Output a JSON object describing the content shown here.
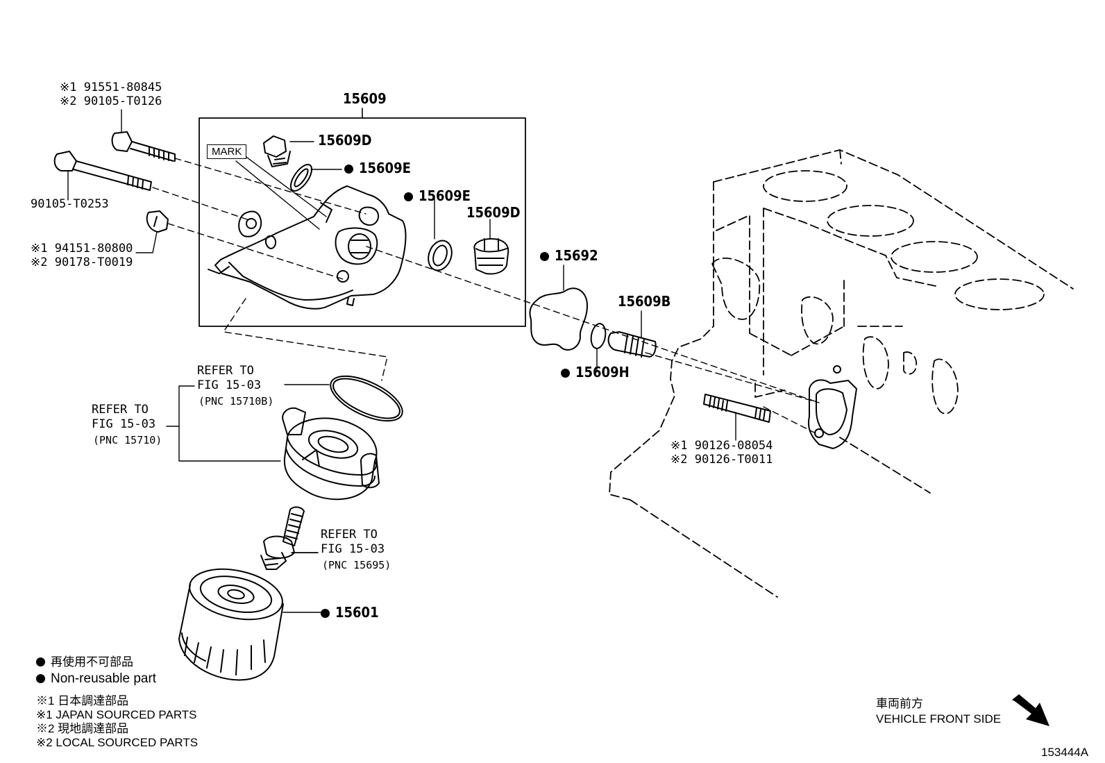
{
  "callouts": {
    "bolt1": [
      "※1 91551-80845",
      "※2 90105-T0126"
    ],
    "bolt2": "90105-T0253",
    "nut": [
      "※1 94151-80800",
      "※2 90178-T0019"
    ],
    "group": "15609",
    "mark": "MARK",
    "plug_top": "15609D",
    "gasket_top": "15609E",
    "gasket_mid": "15609E",
    "plug_mid": "15609D",
    "gasket_15692": "15692",
    "valve": "15609B",
    "oring_h": "15609H",
    "stud": [
      "※1 90126-08054",
      "※2 90126-T0011"
    ],
    "refer1": [
      "REFER TO",
      "FIG 15-03",
      "(PNC 15710B)"
    ],
    "refer2": [
      "REFER TO",
      "FIG 15-03",
      "(PNC 15710)"
    ],
    "refer3": [
      "REFER TO",
      "FIG 15-03",
      "(PNC 15695)"
    ],
    "filter": "15601"
  },
  "legend": {
    "nonreusable_jp": "再使用不可部品",
    "nonreusable_en": "Non-reusable part",
    "japan_jp": "※1  日本調達部品",
    "japan_en": "※1  JAPAN SOURCED PARTS",
    "local_jp": "※2  現地調達部品",
    "local_en": "※2  LOCAL SOURCED PARTS"
  },
  "front": {
    "jp": "車両前方",
    "en": "VEHICLE FRONT SIDE"
  },
  "figure_id": "153444A"
}
